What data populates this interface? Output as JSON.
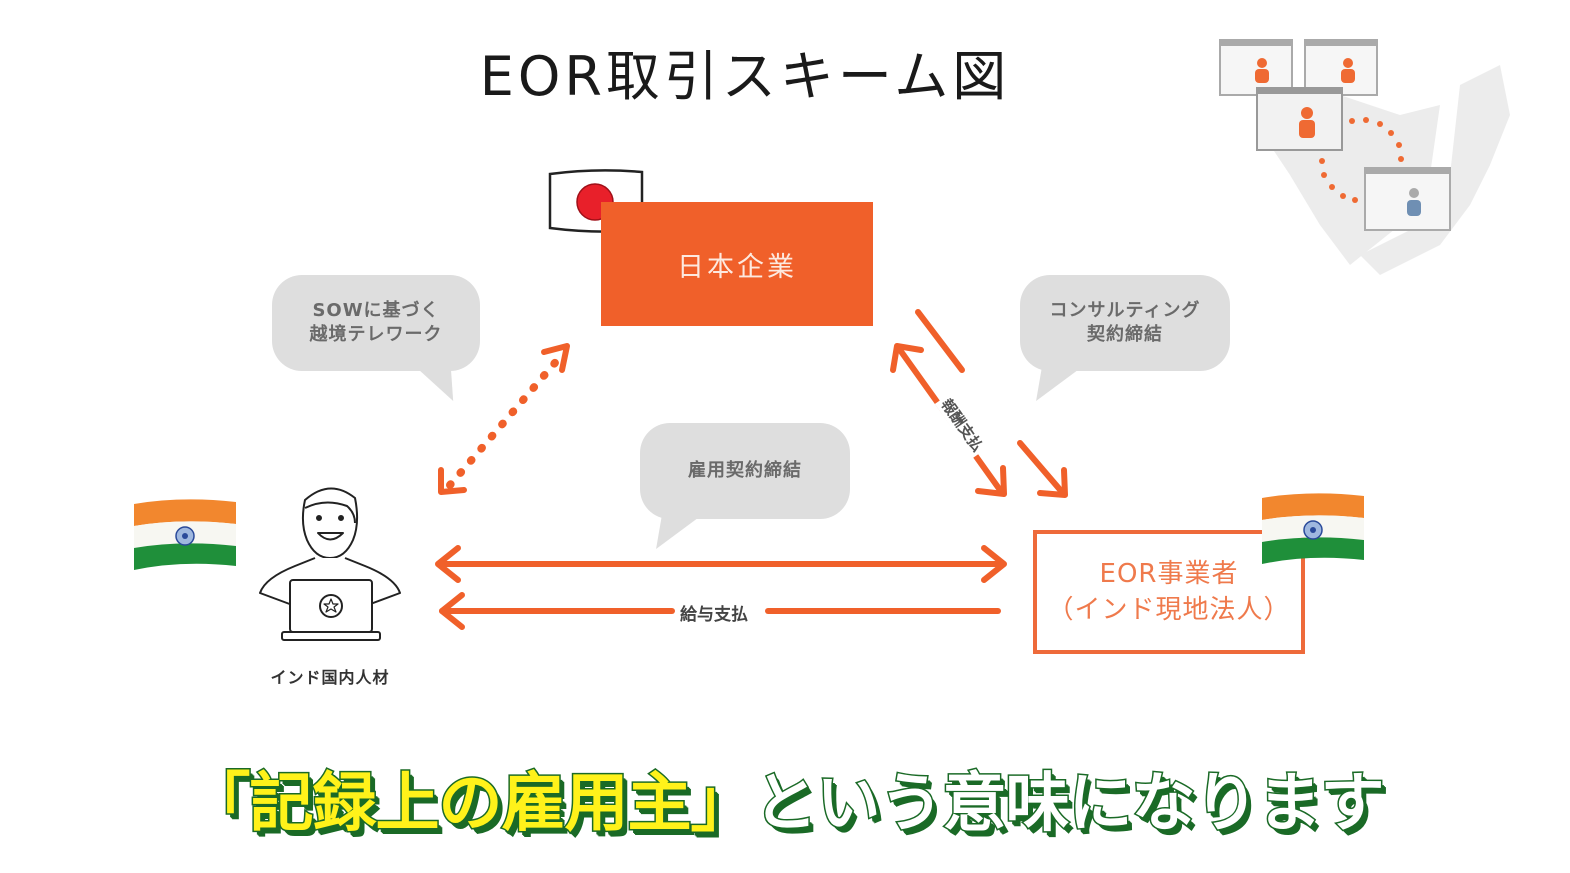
{
  "title": "EOR取引スキーム図",
  "nodes": {
    "japan_company": "日本企業",
    "eor_provider_line1": "EOR事業者",
    "eor_provider_line2": "（インド現地法人）",
    "india_talent": "インド国内人材"
  },
  "bubbles": {
    "sow_line1": "SOWに基づく",
    "sow_line2": "越境テレワーク",
    "consulting_line1": "コンサルティング",
    "consulting_line2": "契約締結",
    "employment": "雇用契約締結"
  },
  "arrows": {
    "salary_payment": "給与支払",
    "reward_payment": "報酬支払"
  },
  "caption": {
    "highlight": "「記録上の雇用主」",
    "rest": "という意味になります"
  },
  "colors": {
    "accent_orange": "#f0602a",
    "bubble_gray": "#dedede",
    "caption_yellow": "#fff21a",
    "caption_green": "#1a6a26"
  }
}
